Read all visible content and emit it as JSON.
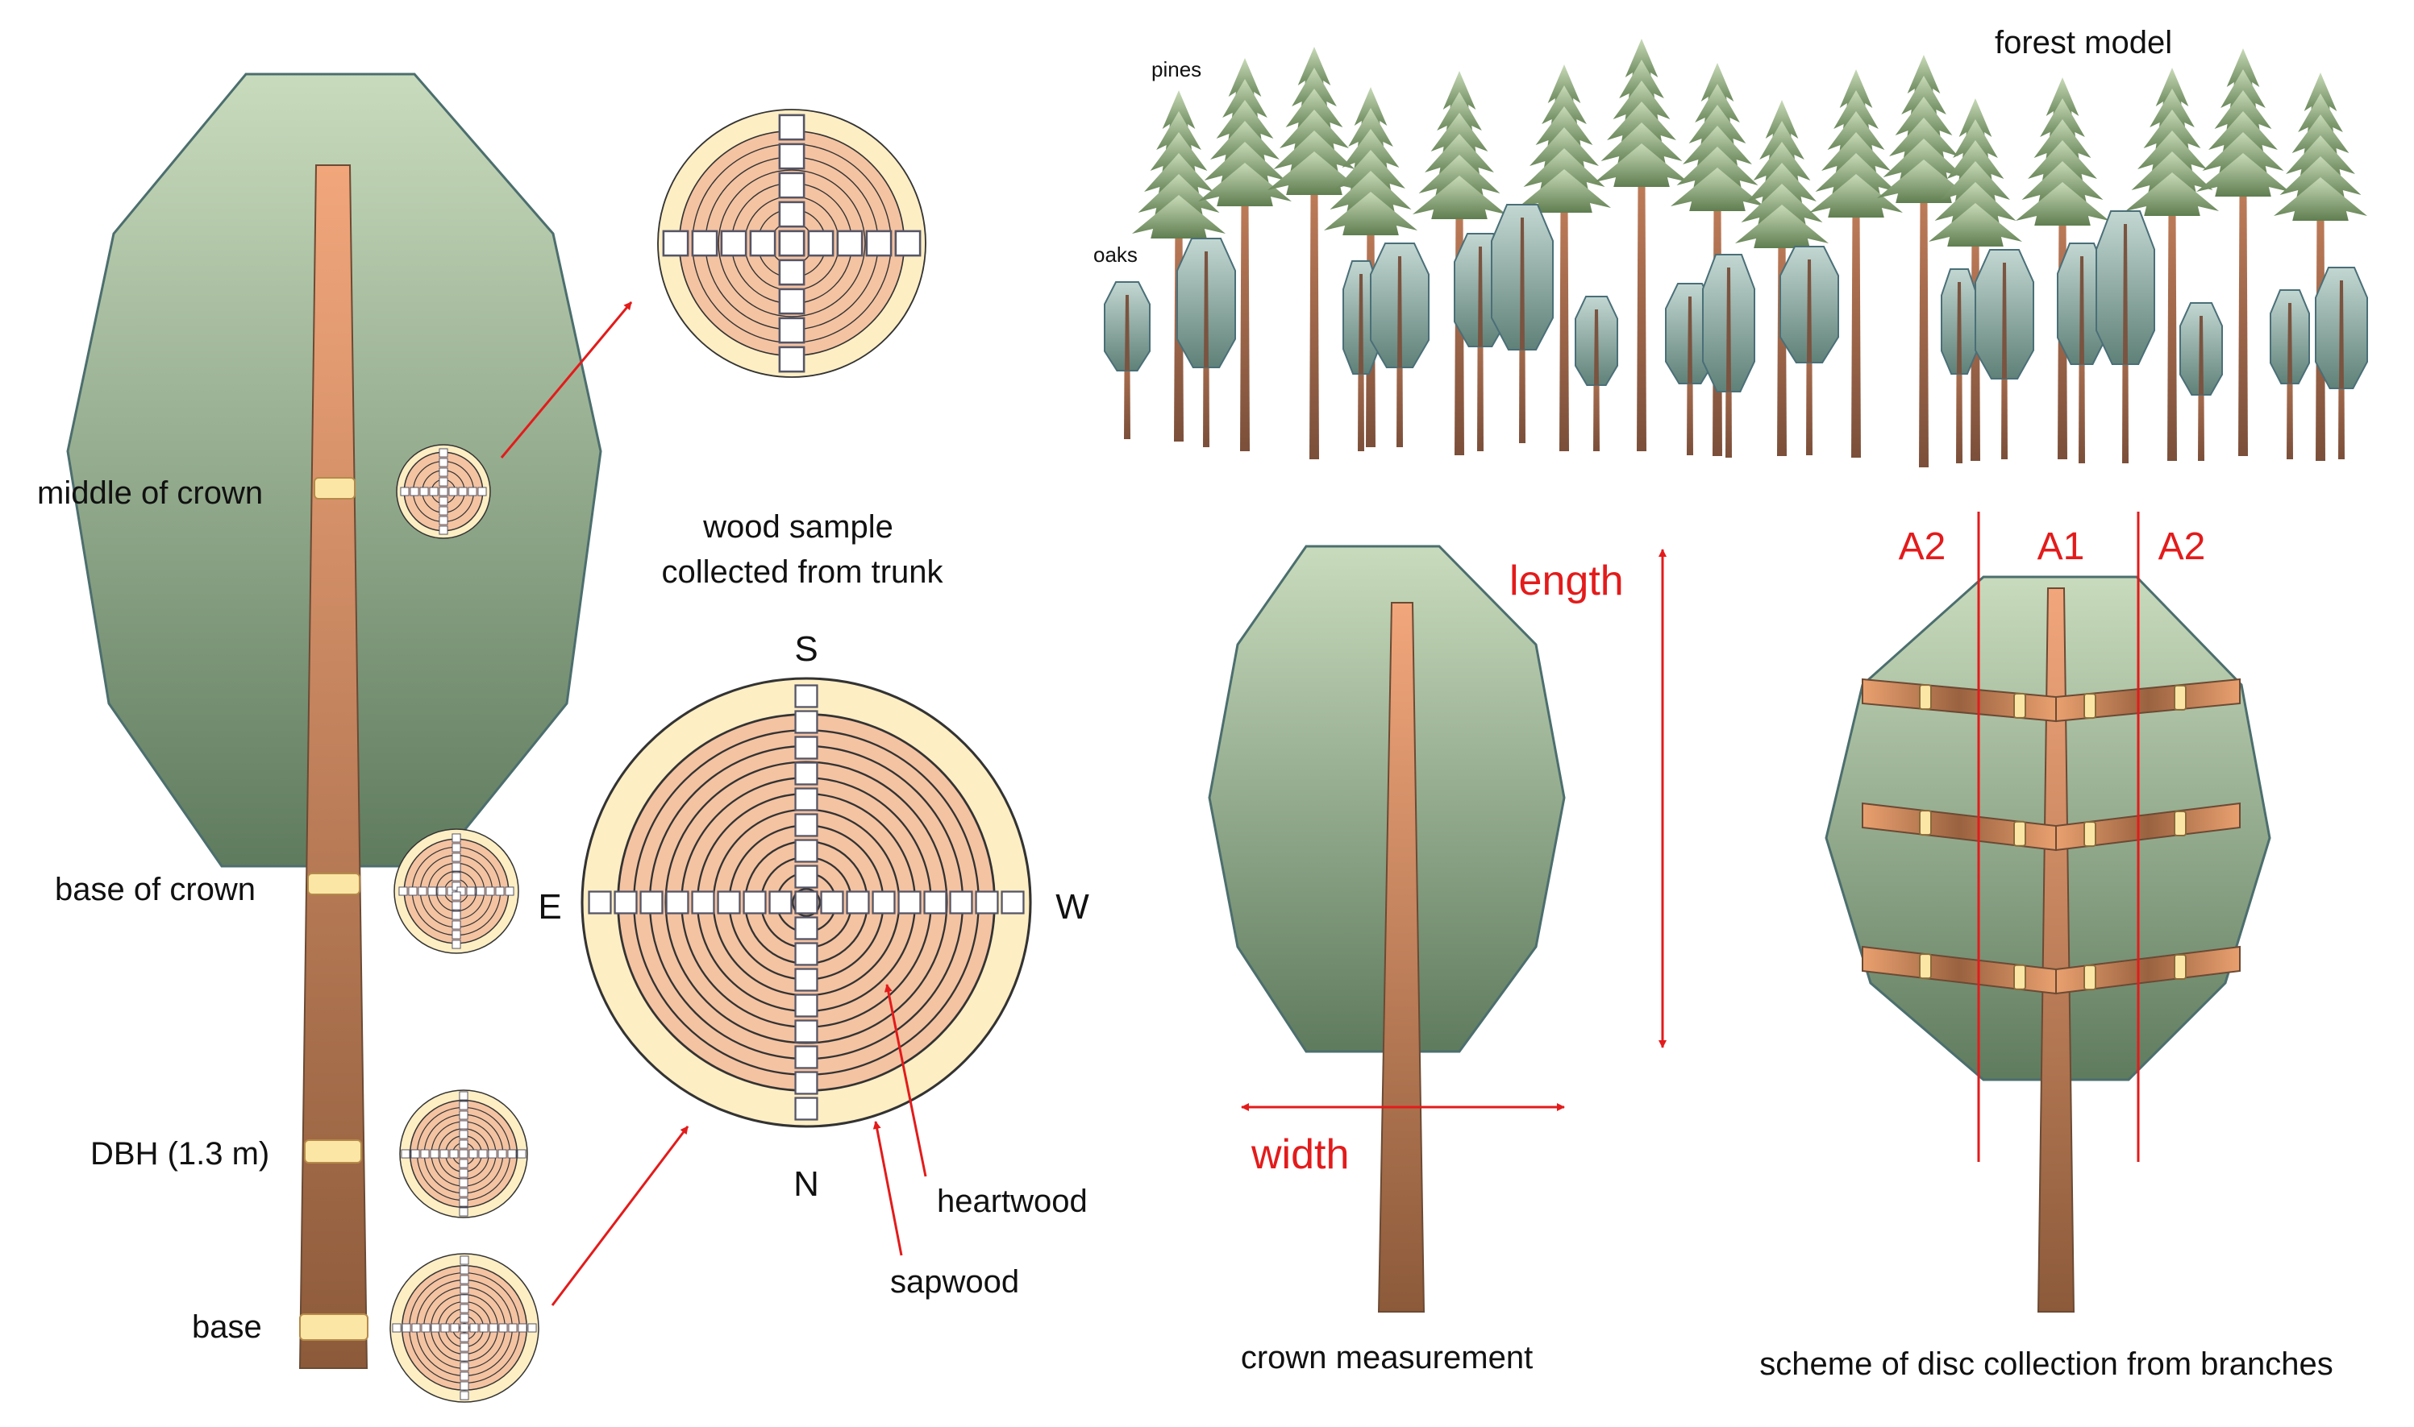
{
  "trunk_levels": [
    "middle of crown",
    "base of crown",
    "DBH (1.3 m)",
    "base"
  ],
  "wood_sample_caption": [
    "wood sample",
    "collected from trunk"
  ],
  "compass": {
    "north": "N",
    "south": "S",
    "east": "E",
    "west": "W"
  },
  "wood_labels": {
    "heartwood": "heartwood",
    "sapwood": "sapwood"
  },
  "forest": {
    "title": "forest model",
    "pines": "pines",
    "oaks": "oaks"
  },
  "crown": {
    "length": "length",
    "width": "width",
    "caption": "crown measurement"
  },
  "branches": {
    "axis_center": "A1",
    "axis_side": "A2",
    "caption": "scheme of disc collection from branches"
  },
  "colors": {
    "crown_top": "#c3d6b7",
    "crown_bottom": "#5e7a5d",
    "trunk_top": "#f2a57a",
    "trunk_bottom": "#8a5a3a",
    "heartwood": "#f4c3a2",
    "sapwood": "#fdeec4",
    "annotation": "#e31b1b"
  }
}
